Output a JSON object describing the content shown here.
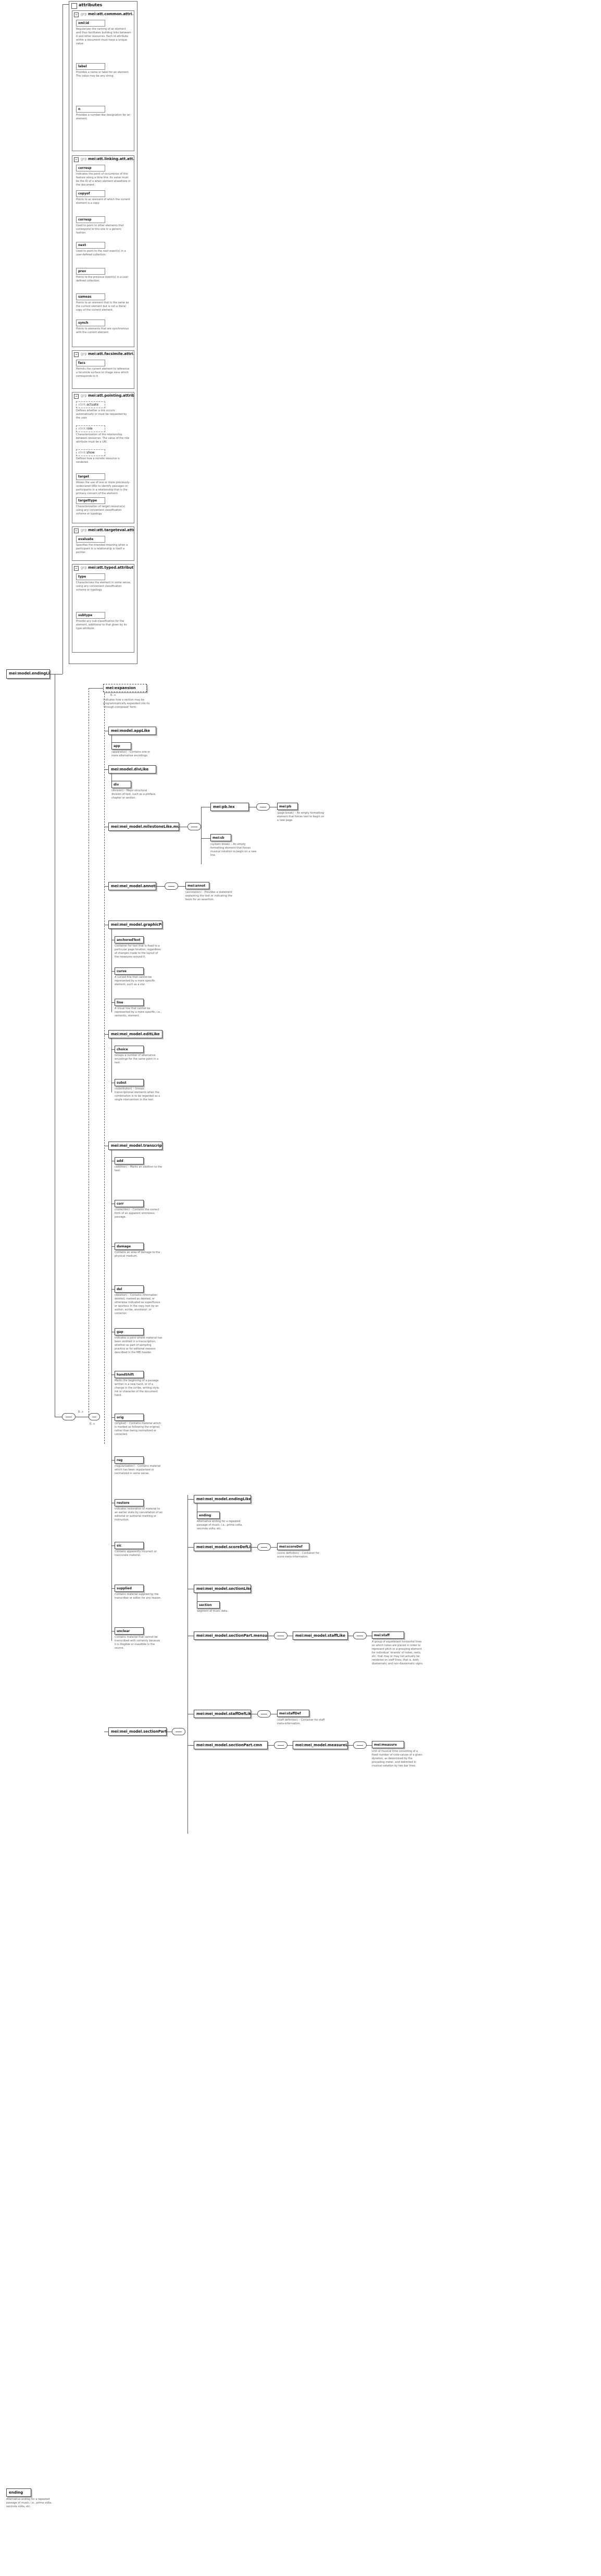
{
  "root": {
    "label": "mei:model.endingLike",
    "bottom_label": "ending",
    "bottom_desc": "Alternative ending for a repeated passage of music; i.e., prima volta, seconda volta, etc."
  },
  "attributes": {
    "header": "attributes",
    "groups": [
      {
        "title": "mei:att.common.attri...",
        "items": [
          {
            "name": "xml:id",
            "desc": "Regularizes the naming of an element and thus facilitates building links between it and other resources. Each id attribute within a document must have a unique value."
          },
          {
            "name": "label",
            "desc": "Provides a name or label for an element. The value may be any string."
          },
          {
            "name": "n",
            "desc": "Provides a number-like designation for an element."
          }
        ]
      },
      {
        "title": "mei:att.linking.att.att...",
        "items": [
          {
            "name": "corresp",
            "desc": "Indicates the point of occurrence of this feature along a time line. Its value must be the ID of a when element elsewhere in the document."
          },
          {
            "name": "copyof",
            "desc": "Points to an element of which the current element is a copy."
          },
          {
            "name": "corresp",
            "desc": "Used to point to other elements that correspond to this one in a generic fashion."
          },
          {
            "name": "next",
            "desc": "Used to point to the next event(s) in a user-defined collection."
          },
          {
            "name": "prev",
            "desc": "Points to the previous event(s) in a user-defined collection."
          },
          {
            "name": "sameas",
            "desc": "Points to an element that is the same as the current element but is not a literal copy of the current element."
          },
          {
            "name": "synch",
            "desc": "Points to elements that are synchronous with the current element."
          }
        ]
      },
      {
        "title": "mei:att.facsimile.attri...",
        "items": [
          {
            "name": "facs",
            "desc": "Permits the current element to reference a facsimile surface or image zone which corresponds to it."
          }
        ]
      },
      {
        "title": "mei:att.pointing.attrib...",
        "items": [
          {
            "name": "actuate",
            "desc": "Defines whether a link occurs automatically or must be requested by the user."
          },
          {
            "name": "role",
            "desc": "Characterization of the relationship between resources. The value of the role attribute must be a URI."
          },
          {
            "name": "show",
            "desc": "Defines how a remote resource is rendered."
          },
          {
            "name": "target",
            "desc": "Allows the use of one or more previously-undeclared URIs to identify passages or participants in a relationship that is the primary concern of the element."
          },
          {
            "name": "targettype",
            "desc": "Characterization of target resource(s) using any convenient classification scheme or typology."
          }
        ]
      },
      {
        "title": "mei:att.targeteval.attri...",
        "items": [
          {
            "name": "evaluate",
            "desc": "Specifies the intended meaning when a participant in a relationship is itself a pointer."
          }
        ]
      },
      {
        "title": "mei:att.typed.attribut...",
        "items": [
          {
            "name": "type",
            "desc": "Characterizes the element in some sense, using any convenient classification scheme or typology."
          },
          {
            "name": "subtype",
            "desc": "Provide any sub-classification for the element, additional to that given by its type attribute."
          }
        ]
      }
    ]
  },
  "content": {
    "mult_top": "0..∞",
    "mult_choice": "0..∞",
    "expansion": {
      "label": "mei:expansion",
      "mult": "0..∞",
      "desc": "Indicates how a section may be programmatically expanded into its 'through-composed' form."
    },
    "appLike": {
      "label": "mei:model.appLike",
      "child": "app",
      "desc": "(apparatus) – Contains one or more alternative encodings."
    },
    "divLike": {
      "label": "mei:model.divLike",
      "child": "div",
      "desc": "(division) – Major structural division of text, such as a preface, chapter or section."
    },
    "milestone": {
      "label": "mei:mei_model.milestoneLike.music",
      "children": [
        {
          "label": "mei:pb.lex",
          "child": "mei:pb",
          "desc": "(page break) – An empty formatting element that forces text to begin on a new page."
        },
        {
          "label": "",
          "child": "mei:sb",
          "desc": "(system break) – An empty formatting element that forces musical notation to begin on a new line."
        }
      ]
    },
    "annotLike": {
      "label": "mei:mei_model.annotLike",
      "child": "mei:annot",
      "desc": "(annotation) – Provides a statement explaining the text or indicating the basis for an assertion."
    },
    "graphicPrimitive": {
      "label": "mei:mei_model.graphicPrimitiv...",
      "items": [
        {
          "name": "anchoredText",
          "desc": "Container for text that is fixed to a particular page location, regardless of changes made to the layout of the measures around it."
        },
        {
          "name": "curve",
          "desc": "A curved line that cannot be represented by a more specific element, such as a slur."
        },
        {
          "name": "line",
          "desc": "A visual line that cannot be represented by a more specific; i.e., semantic, element."
        }
      ]
    },
    "editLike": {
      "label": "mei:mei_model.editLike",
      "items": [
        {
          "name": "choice",
          "desc": "Groups a number of alternative encodings for the same point in a text."
        },
        {
          "name": "subst",
          "desc": "(substitution) – Groups transcriptional elements when the combination is to be regarded as a single intervention in the text."
        }
      ]
    },
    "transcriptionLike": {
      "label": "mei:mei_model.transcriptionLike",
      "items": [
        {
          "name": "add",
          "desc": "(addition) – Marks an addition to the text."
        },
        {
          "name": "corr",
          "desc": "(correction) – Contains the correct form of an apparent erroneous passage."
        },
        {
          "name": "damage",
          "desc": "Contains an area of damage to the physical medium."
        },
        {
          "name": "del",
          "desc": "(deletion) – Contains information deleted, marked as deleted, or otherwise indicated as superfluous or spurious in the copy text by an author, scribe, annotator, or corrector."
        },
        {
          "name": "gap",
          "desc": "Indicates a point where material has been omitted in a transcription, whether as part of sampling practice or for editorial reasons described in the MEI header."
        },
        {
          "name": "handShift",
          "desc": "Marks the beginning of a passage written in a new hand, or of a change in the scribe, writing style, ink or character of the document hand."
        },
        {
          "name": "orig",
          "desc": "(original) – Contains material which is marked as following the original, rather than being normalized or corrected."
        },
        {
          "name": "reg",
          "desc": "(regularization) – Contains material which has been regularized or normalized in some sense."
        },
        {
          "name": "restore",
          "desc": "Indicates restoration of material to an earlier state by cancellation of an editorial or authorial marking or instruction."
        },
        {
          "name": "sic",
          "desc": "Contains apparently incorrect or inaccurate material."
        },
        {
          "name": "supplied",
          "desc": "Contains material supplied by the transcriber or editor for any reason."
        },
        {
          "name": "unclear",
          "desc": "Contains material that cannot be transcribed with certainty because it is illegible or inaudible in the source."
        }
      ]
    },
    "sectionPart": {
      "label": "mei:mei_model.sectionPart",
      "children": [
        {
          "label": "mei:mei_model.endingLike",
          "child": "ending",
          "desc": "Alternative ending for a repeated passage of music; i.e., prima volta, seconda volta, etc."
        },
        {
          "label": "mei:mei_model.scoreDefLike",
          "child": "mei:scoreDef",
          "desc": "(score definition) – Container for score meta-information."
        },
        {
          "label": "mei:mei_model.sectionLike",
          "child": "section",
          "desc": "Segment of music data."
        },
        {
          "label": "mei:mei_model.sectionPart.mensural...",
          "child2": "mei:mei_model.staffLike",
          "child": "mei:staff",
          "desc": "A group of equidistant horizontal lines on which notes are placed in order to represent pitch or a grouping element for individual 'strands' of notes, rests, etc. that may or may not actually be rendered on staff lines; that is, both diastematic and non-diastematic signs."
        },
        {
          "label": "mei:mei_model.staffDefLike",
          "child": "mei:staffDef",
          "desc": "(staff definition) – Container for staff meta-information."
        },
        {
          "label": "mei:mei_model.sectionPart.cmn",
          "child2": "mei:mei_model.measureLike",
          "child": "mei:measure",
          "desc": "Unit of musical time consisting of a fixed number of note-values of a given duration, as determined by the prevailing meter, and delimited in musical notation by two bar lines."
        }
      ]
    }
  }
}
